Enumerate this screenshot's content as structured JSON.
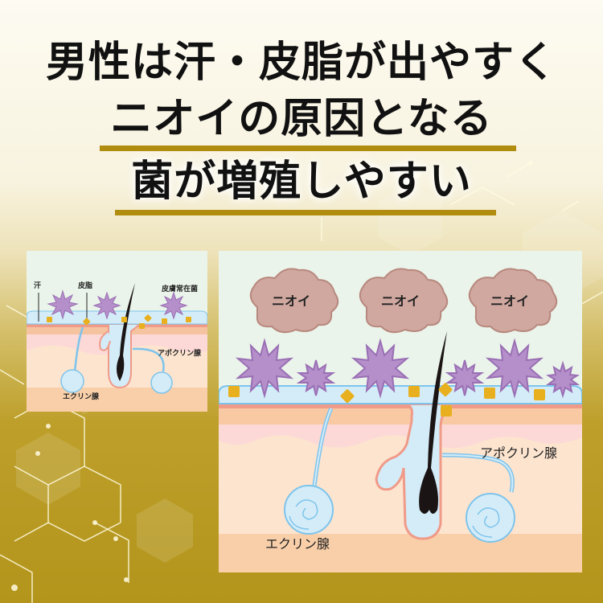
{
  "headline": {
    "line1": "男性は汗・皮脂が出やすく",
    "line2": "ニオイの原因となる",
    "line3": "菌が増殖しやすい"
  },
  "colors": {
    "gold_accent": "#b08c0f",
    "gold_background": "#b3951c",
    "bacteria_purple": "#b58fc9",
    "sebum_yellow": "#e8b01e",
    "sweat_blue": "#d4ecf8",
    "odor_cloud": "#d0a8a0",
    "skin_peach": "#fde4cf"
  },
  "small_diagram": {
    "labels": {
      "sweat": "汗",
      "sebum": "皮脂",
      "resident_bacteria": "皮膚常在菌",
      "apocrine_gland": "アポクリン腺",
      "eccrine_gland": "エクリン腺"
    }
  },
  "large_diagram": {
    "odor_clouds": [
      "ニオイ",
      "ニオイ",
      "ニオイ"
    ],
    "labels": {
      "apocrine_gland": "アポクリン腺",
      "eccrine_gland": "エクリン腺"
    }
  }
}
